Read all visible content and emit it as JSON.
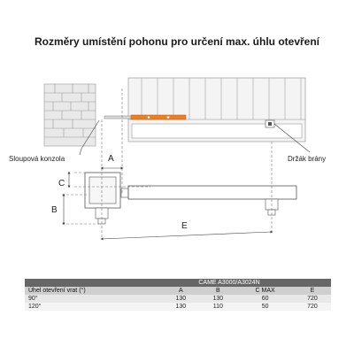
{
  "title": "Rozměry umístění pohonu pro určení max. úhlu otevření",
  "labels": {
    "column_bracket": "Sloupová konzola",
    "gate_bracket": "Držák brány",
    "A": "A",
    "B": "B",
    "C": "C",
    "E": "E"
  },
  "table": {
    "model": "CAME A3000/A3024N",
    "headers": [
      "Úhel otevření vrat (°)",
      "A",
      "B",
      "C MAX",
      "E"
    ],
    "rows": [
      [
        "90°",
        "130",
        "130",
        "60",
        "720"
      ],
      [
        "120°",
        "130",
        "110",
        "50",
        "720"
      ]
    ]
  },
  "colors": {
    "line": "#555555",
    "brick": "#c8c8c8",
    "gate_fill": "#f2f2f2",
    "level": "#e8802a",
    "dim": "#666666"
  }
}
